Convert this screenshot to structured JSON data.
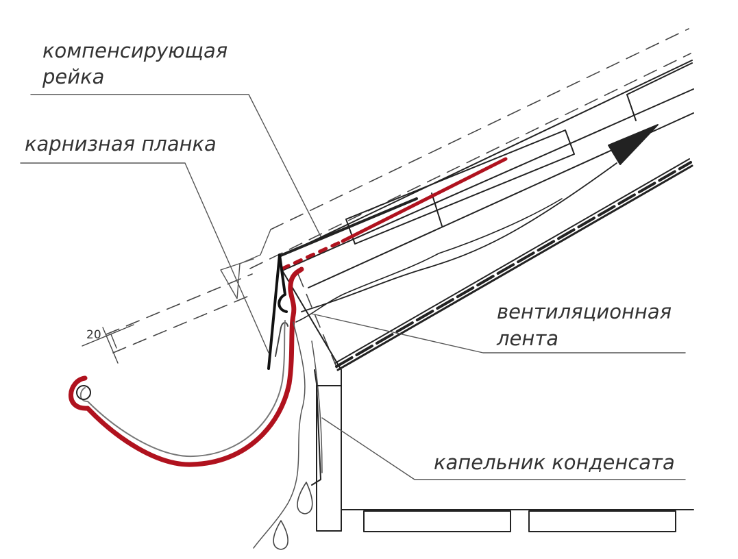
{
  "labels": {
    "compensating_rail_line1": "компенсирующая",
    "compensating_rail_line2": "рейка",
    "eaves_strip": "карнизная планка",
    "ventilation_tape_line1": "вентиляционная",
    "ventilation_tape_line2": "лента",
    "condensate_drip": "капельник конденсата",
    "dimension": "20"
  },
  "colors": {
    "line": "#222222",
    "thin_line": "#555555",
    "accent_red": "#b0121e",
    "background": "#ffffff"
  }
}
